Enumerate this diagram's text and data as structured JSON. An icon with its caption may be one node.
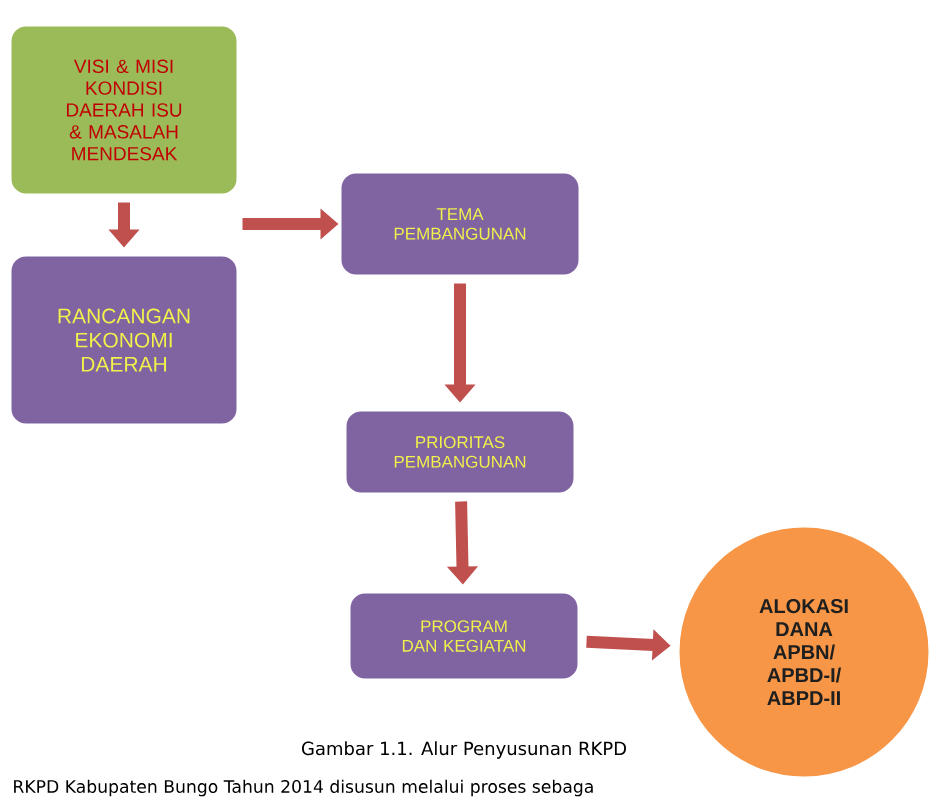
{
  "diagram": {
    "caption": "Gambar 1.1. Alur Penyusunan RKPD",
    "nodes": [
      {
        "text": [
          "VISI & MISI KONDISI DAERAH ISU & MASALAH MENDESAK"
        ]
      },
      {
        "text": [
          "RANCANGAN EKONOMI DAERAH"
        ]
      },
      {
        "text": [
          "TEMA PEMBANGUNAN"
        ]
      },
      {
        "text": [
          "PRIORITAS PEMBANGUNAN"
        ]
      },
      {
        "text": [
          "PROGRAM DAN KEGIATAN"
        ]
      },
      {
        "text": [
          "ALOKASI DANA APBN/ APBD-I/ ABPD-II"
        ]
      }
    ],
    "edges": [
      {
        "from": 0,
        "to": 1,
        "arrow": "to"
      },
      {
        "from": null,
        "to": 2,
        "arrow": "to"
      },
      {
        "from": 2,
        "to": 3,
        "arrow": "to"
      },
      {
        "from": 3,
        "to": 4,
        "arrow": "to"
      },
      {
        "from": 4,
        "to": 5,
        "arrow": "to"
      }
    ],
    "labels": [
      "RKPD Kabupaten Bungo Tahun 2014 disusun melalui proses sebaga"
    ]
  }
}
